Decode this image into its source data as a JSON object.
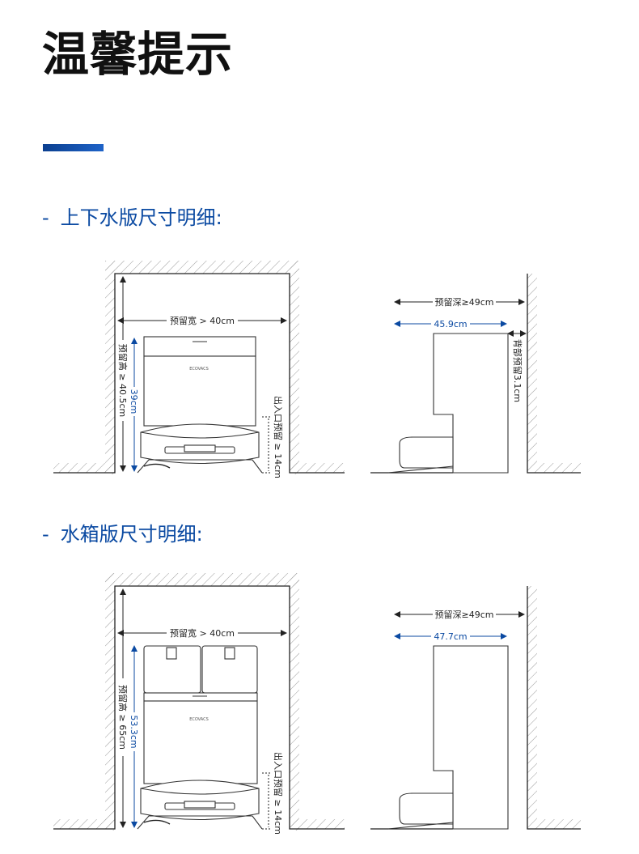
{
  "page": {
    "title": "温馨提示"
  },
  "colors": {
    "accent": "#0b4aa2",
    "accent_light": "#1f6bd1",
    "line": "#222222",
    "hatch": "#9a9a9a"
  },
  "section1": {
    "heading": "上下水版尺寸明细:",
    "front": {
      "width_label": "预留宽 > 40cm",
      "height_label": "预留高 ≥ 40.5cm",
      "station_height": "39cm",
      "outlet_label": "出入口预留 ≥ 14cm",
      "brand": "ECOVACS"
    },
    "side": {
      "depth_label": "预留深≥49cm",
      "station_depth": "45.9cm",
      "back_label": "背部预留3.1cm"
    }
  },
  "section2": {
    "heading": "水箱版尺寸明细:",
    "front": {
      "width_label": "预留宽 > 40cm",
      "height_label": "预留高 ≥ 65cm",
      "station_height": "53.3cm",
      "outlet_label": "出入口预留 ≥ 14cm",
      "brand": "ECOVACS"
    },
    "side": {
      "depth_label": "预留深≥49cm",
      "station_depth": "47.7cm"
    }
  }
}
